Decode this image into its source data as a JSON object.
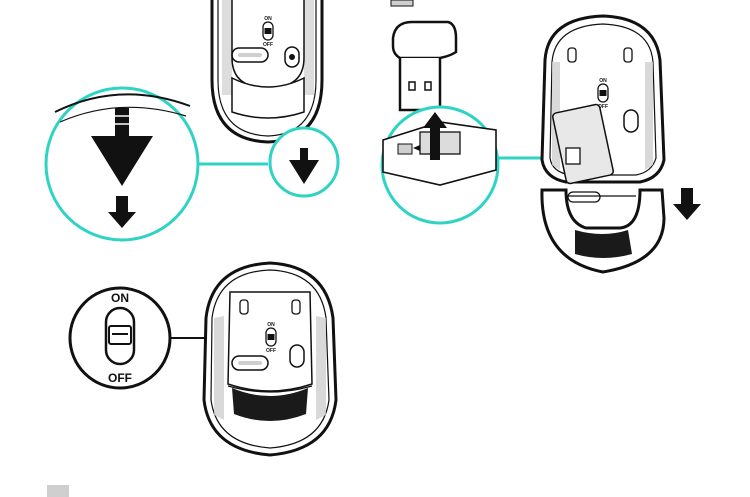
{
  "colors": {
    "line": "#111111",
    "accent": "#2fd3c4",
    "shade": "#c9c9c9",
    "dark": "#1a1a1a",
    "background": "#ffffff"
  },
  "labels": {
    "on": "ON",
    "off": "OFF",
    "mouse_switch_on": "ON",
    "mouse_switch_off": "OFF"
  },
  "icons": {
    "arrow_down": "arrow-down-icon",
    "arrow_up": "arrow-up-icon",
    "usb_receiver": "usb-receiver-icon"
  }
}
